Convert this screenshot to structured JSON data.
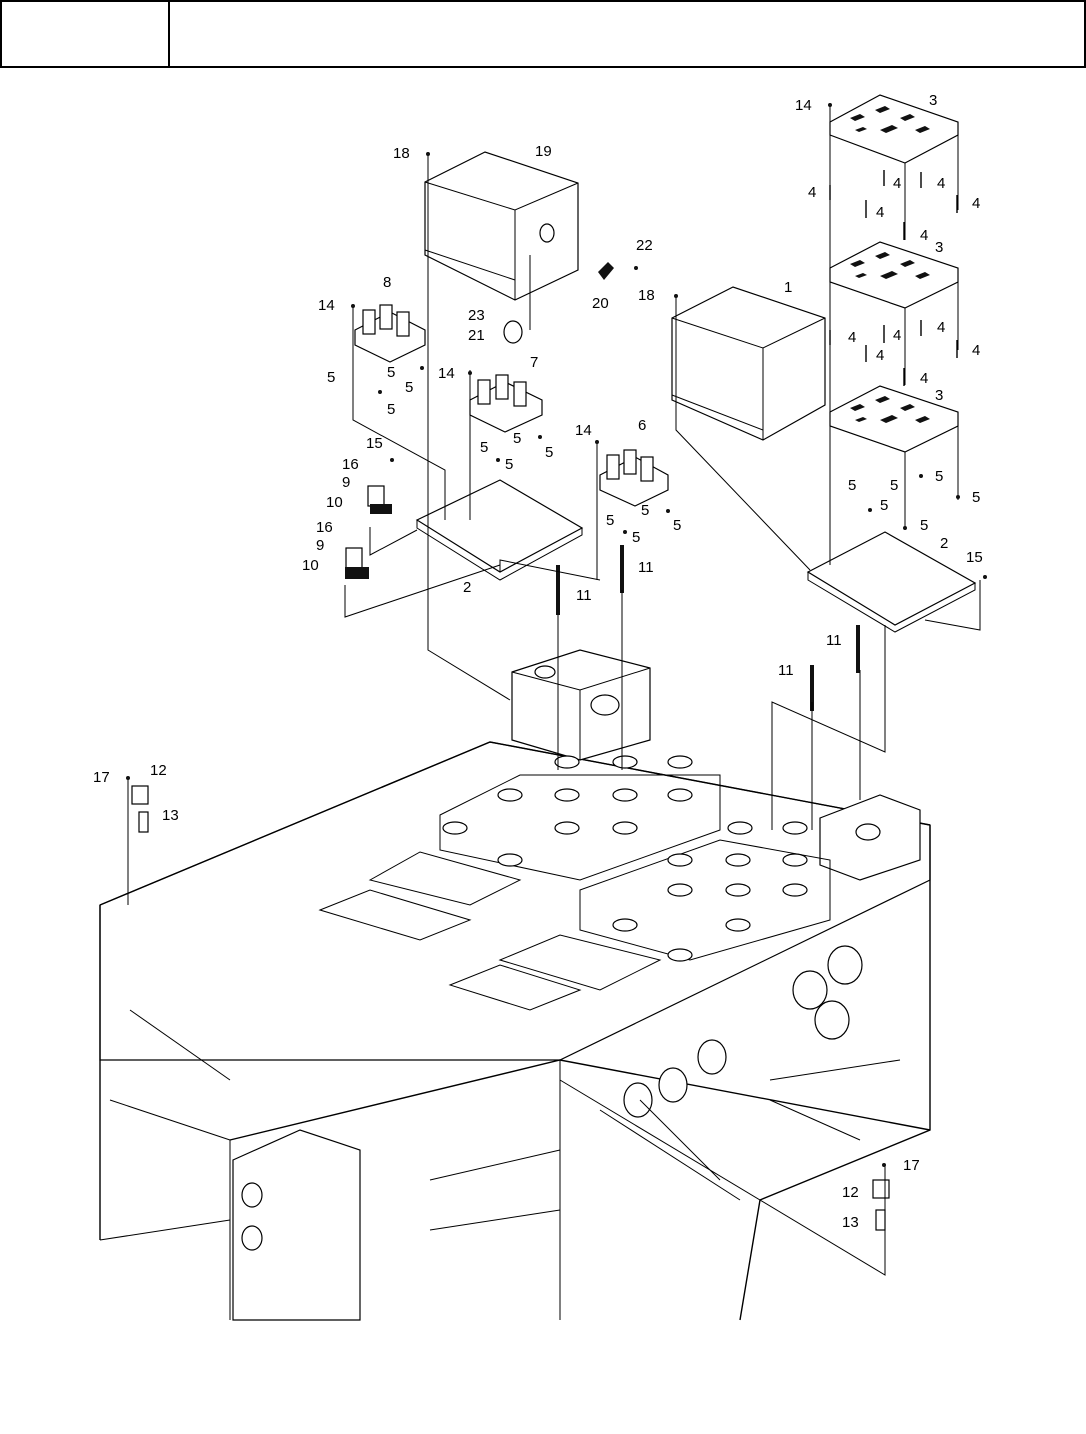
{
  "header": {
    "left_cell": "",
    "right_cell": ""
  },
  "callouts": [
    {
      "id": "c1",
      "label": "1"
    },
    {
      "id": "c2a",
      "label": "2"
    },
    {
      "id": "c2b",
      "label": "2"
    },
    {
      "id": "c3a",
      "label": "3"
    },
    {
      "id": "c3b",
      "label": "3"
    },
    {
      "id": "c3c",
      "label": "3"
    },
    {
      "id": "c4",
      "label": "4"
    },
    {
      "id": "c5",
      "label": "5"
    },
    {
      "id": "c6",
      "label": "6"
    },
    {
      "id": "c7",
      "label": "7"
    },
    {
      "id": "c8",
      "label": "8"
    },
    {
      "id": "c9",
      "label": "9"
    },
    {
      "id": "c10",
      "label": "10"
    },
    {
      "id": "c11",
      "label": "11"
    },
    {
      "id": "c12",
      "label": "12"
    },
    {
      "id": "c13",
      "label": "13"
    },
    {
      "id": "c14",
      "label": "14"
    },
    {
      "id": "c15",
      "label": "15"
    },
    {
      "id": "c16",
      "label": "16"
    },
    {
      "id": "c17",
      "label": "17"
    },
    {
      "id": "c18",
      "label": "18"
    },
    {
      "id": "c19",
      "label": "19"
    },
    {
      "id": "c20",
      "label": "20"
    },
    {
      "id": "c21",
      "label": "21"
    },
    {
      "id": "c22",
      "label": "22"
    },
    {
      "id": "c23",
      "label": "23"
    }
  ]
}
